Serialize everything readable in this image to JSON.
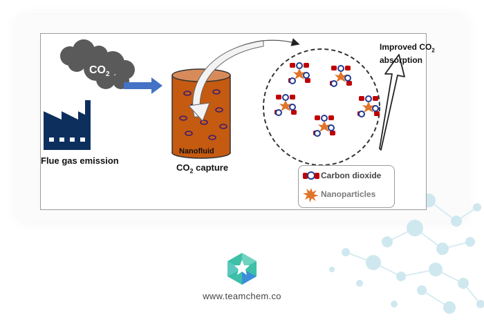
{
  "labels": {
    "co2_cloud": "CO",
    "co2_cloud_sub": "2",
    "flue_gas": "Flue gas emission",
    "nanofluid": "Nanofluid",
    "capture_main": "CO",
    "capture_sub": "2",
    "capture_rest": " capture",
    "improved_line1": "Improved CO",
    "improved_sub": "2",
    "improved_line2": "absorption"
  },
  "legend": {
    "items": [
      {
        "icon": "co2-molecule-icon",
        "label": "Carbon dioxide"
      },
      {
        "icon": "nanoparticle-icon",
        "label": "Nanoparticles"
      }
    ]
  },
  "footer": {
    "website": "www.teamchem.co"
  },
  "colors": {
    "cloud": "#5a5a5a",
    "factory": "#0d2f5e",
    "arrow_blue": "#4472c4",
    "cylinder": "#c55a11",
    "cylinder_top": "#d88b5a",
    "oxygen": "#c00000",
    "carbon": "#1f3a93",
    "nanoparticle": "#e0752a",
    "legend_text_co2": "#444444",
    "legend_text_np": "#7a7a7a",
    "logo_teal": "#3dbfa8",
    "logo_blue": "#3a8fd8"
  }
}
